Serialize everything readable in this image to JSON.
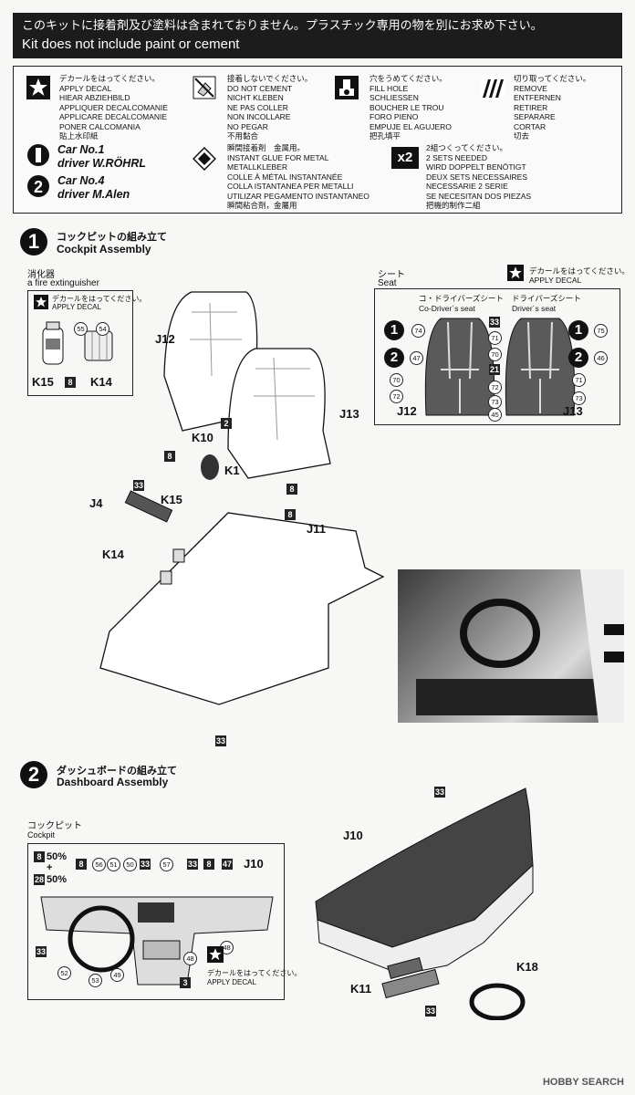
{
  "banner": {
    "ja": "このキットに接着剤及び塗料は含まれておりません。プラスチック専用の物を別にお求め下さい。",
    "en": "Kit does not include paint or cement"
  },
  "legend": {
    "apply_decal": [
      "デカールをはってください。",
      "APPLY DECAL",
      "HIEAR ABZIEHBILD",
      "APPLIQUER DECALCOMANIE",
      "APPLICARE DECALCOMANIE",
      "PONER CALCOMANIA",
      "貼上水印紙"
    ],
    "no_cement": [
      "接着しないでください。",
      "DO NOT CEMENT",
      "NICHT KLEBEN",
      "NE PAS COLLER",
      "NON INCOLLARE",
      "NO PEGAR",
      "不用黏合"
    ],
    "fill_hole": [
      "穴をうめてください。",
      "FILL HOLE",
      "SCHLIESSEN",
      "BOUCHER LE TROU",
      "FORO PIENO",
      "EMPUJE EL AGUJERO",
      "把孔填平"
    ],
    "remove": [
      "切り取ってください。",
      "REMOVE",
      "ENTFERNEN",
      "RETIRER",
      "SEPARARE",
      "CORTAR",
      "切去"
    ],
    "metal_glue": [
      "瞬間接着剤　金属用。",
      "INSTANT GLUE FOR METAL",
      "METALLKLEBER",
      "COLLE À MÉTAL INSTANTANÉE",
      "COLLA ISTANTANEA PER METALLI",
      "UTILIZAR PEGAMENTO INSTANTANEO",
      "瞬間粘合劑，金屬用"
    ],
    "two_sets": [
      "2組つくってください。",
      "2 SETS NEEDED",
      "WIRD DOPPELT BENÖTIGT",
      "DEUX SETS NECESSAIRES",
      "NECESSARIE 2 SERIE",
      "SE NECESITAN DOS PIEZAS",
      "把機的制作二組"
    ],
    "x2": "x2",
    "car1": {
      "num": "1",
      "line1": "Car No.1",
      "line2": "driver W.RÖHRL"
    },
    "car2": {
      "num": "2",
      "line1": "Car No.4",
      "line2": "driver M.Alen"
    }
  },
  "step1": {
    "num": "1",
    "title_ja": "コックピットの組み立て",
    "title_en": "Cockpit Assembly",
    "extinguisher_ja": "消化器",
    "extinguisher_en": "a fire extinguisher",
    "decal_ja": "デカールをはってください。",
    "decal_en": "APPLY DECAL",
    "seat_ja": "シート",
    "seat_en": "Seat",
    "codriver_ja": "コ・ドライバーズシート",
    "codriver_en": "Co-Driver´s seat",
    "driver_ja": "ドライバーズシート",
    "driver_en": "Driver´s seat",
    "parts": {
      "J12": "J12",
      "J13": "J13",
      "K10": "K10",
      "K1": "K1",
      "J4": "J4",
      "K15": "K15",
      "K14": "K14",
      "J11": "J11"
    },
    "colors": {
      "c8": "8",
      "c2": "2",
      "c33": "33",
      "c21": "21"
    },
    "decals": {
      "d55": "55",
      "d54": "54",
      "d74": "74",
      "d71": "71",
      "d47": "47",
      "d70": "70",
      "d72": "72",
      "d73": "73",
      "d45": "45",
      "d75": "75",
      "d46": "46"
    },
    "car_nums": {
      "one": "1",
      "two": "2"
    }
  },
  "step2": {
    "num": "2",
    "title_ja": "ダッシュボードの組み立て",
    "title_en": "Dashboard Assembly",
    "cockpit_ja": "コックピット",
    "cockpit_en": "Cockpit",
    "mix1": "50%",
    "plus": "+",
    "mix2": "50%",
    "c28": "28",
    "c3": "3",
    "decal_ja": "デカールをはってください。",
    "decal_en": "APPLY DECAL",
    "parts": {
      "J10": "J10",
      "K11": "K11",
      "K18": "K18"
    },
    "decals": {
      "d56": "56",
      "d51": "51",
      "d50": "50",
      "d57": "57",
      "d47": "47",
      "d48": "48",
      "d52": "52",
      "d53": "53",
      "d49": "49"
    }
  },
  "footer": "HOBBY SEARCH",
  "colors": {
    "ink": "#111111",
    "banner": "#1c1c1c",
    "seat_bg": "#5a5a5a"
  }
}
